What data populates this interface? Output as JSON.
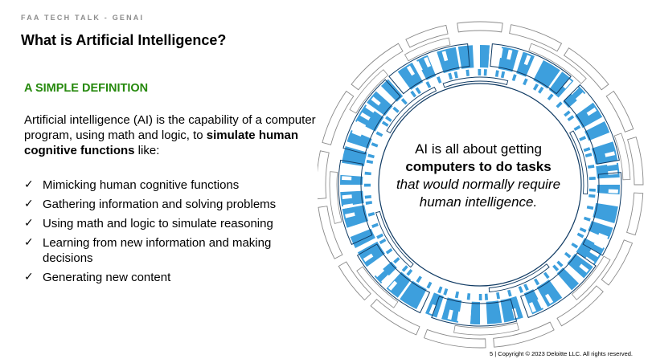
{
  "header": {
    "eyebrow": "FAA TECH TALK - GENAI",
    "title": "What is Artificial Intelligence?"
  },
  "definition": {
    "heading": "A SIMPLE DEFINITION",
    "intro_before": "Artificial intelligence (AI) is the capability of a computer program, using math and logic, to ",
    "intro_bold": "simulate human cognitive functions",
    "intro_after": " like:",
    "check_glyph": "✓",
    "items": [
      "Mimicking human cognitive functions",
      "Gathering information and solving problems",
      "Using math and logic to simulate reasoning",
      "Learning from new information and making decisions",
      "Generating new content"
    ]
  },
  "callout": {
    "line_plain": "AI is all about getting",
    "line_bold": "computers to do tasks",
    "line_italic": "that would normally require human intelligence."
  },
  "footer": {
    "page_number": "5",
    "separator": "|",
    "copyright": "Copyright © 2023 Deloitte  LLC. All rights reserved."
  },
  "colors": {
    "accent_green": "#26890d",
    "ring_blue": "#3d9fdd",
    "ring_navy": "#0f3a63",
    "ring_gray": "#8a8a8a"
  }
}
